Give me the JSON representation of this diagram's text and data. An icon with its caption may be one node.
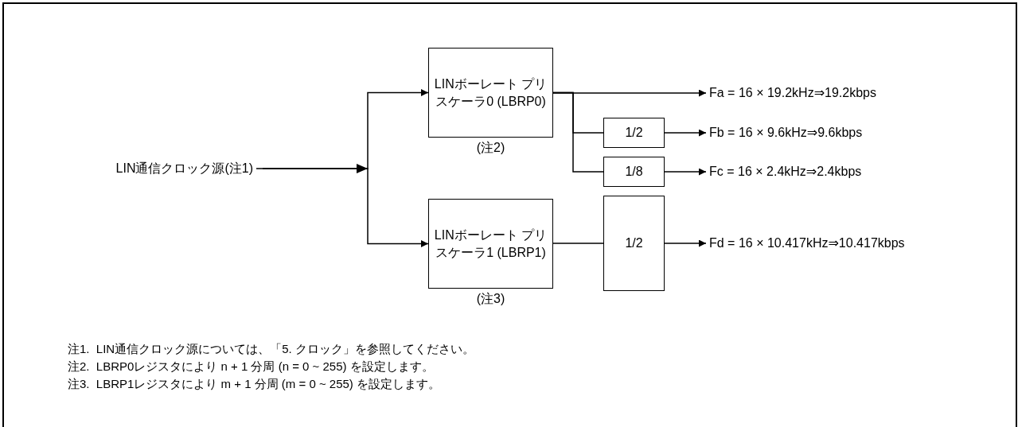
{
  "diagram": {
    "nodes": [
      {
        "text": [
          "LIN通信クロック源(注1)"
        ]
      },
      {
        "text": [
          "LINボーレート プリスケーラ0 (LBRP0)"
        ],
        "beside": [
          "(注2)"
        ]
      },
      {
        "text": [
          "LINボーレート プリスケーラ1 (LBRP1)"
        ],
        "beside": [
          "(注3)"
        ]
      },
      {
        "text": [
          "1/2"
        ]
      },
      {
        "text": [
          "1/8"
        ]
      },
      {
        "text": [
          "1/2"
        ]
      },
      {
        "text": [
          "Fa = 16 × 19.2kHz⇒19.2kbps"
        ]
      },
      {
        "text": [
          "Fb = 16 × 9.6kHz⇒9.6kbps"
        ]
      },
      {
        "text": [
          "Fc = 16 × 2.4kHz⇒2.4kbps"
        ]
      },
      {
        "text": [
          "Fd = 16 × 10.417kHz⇒10.417kbps"
        ]
      }
    ],
    "edges": [
      {
        "from": 0,
        "to": 1,
        "arrow": "to"
      },
      {
        "from": 0,
        "to": 2,
        "arrow": "to"
      },
      {
        "from": 1,
        "to": 6,
        "arrow": "to"
      },
      {
        "from": 1,
        "to": 3,
        "arrow": "none"
      },
      {
        "from": 1,
        "to": 4,
        "arrow": "none"
      },
      {
        "from": 3,
        "to": 7,
        "arrow": "to"
      },
      {
        "from": 4,
        "to": 8,
        "arrow": "to"
      },
      {
        "from": 2,
        "to": 5,
        "arrow": "none"
      },
      {
        "from": 5,
        "to": 9,
        "arrow": "to"
      }
    ],
    "labels": [
      "注1.  LIN通信クロック源については、「5. クロック」を参照してください。",
      "注2.  LBRP0レジスタにより n + 1 分周 (n = 0 ~ 255) を設定します。",
      "注3.  LBRP1レジスタにより m + 1 分周 (m = 0 ~ 255) を設定します。"
    ]
  }
}
